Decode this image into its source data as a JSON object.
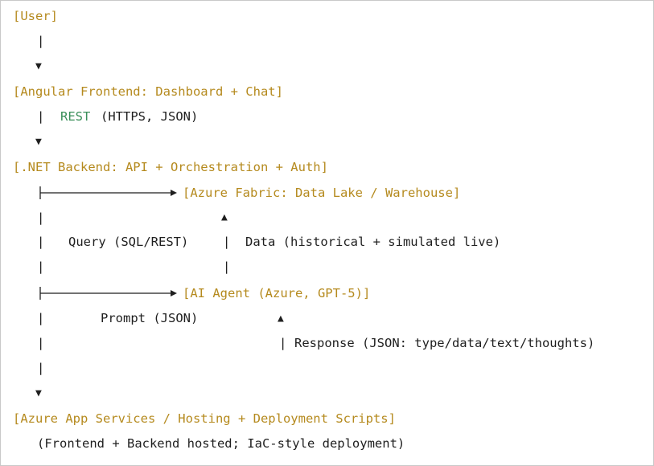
{
  "nodes": {
    "user": "[User]",
    "frontend": "[Angular Frontend: Dashboard + Chat]",
    "backend": "[.NET Backend: API + Orchestration + Auth]",
    "fabric": "[Azure Fabric: Data Lake / Warehouse]",
    "agent": "[AI Agent (Azure, GPT-5)]",
    "hosting": "[Azure App Services / Hosting + Deployment Scripts]"
  },
  "edges": {
    "rest_keyword": "REST",
    "rest_detail": "(HTTPS, JSON)",
    "query": "Query (SQL/REST)",
    "data": "Data (historical + simulated live)",
    "prompt": "Prompt (JSON)",
    "response": "Response (JSON: type/data/text/thoughts)"
  },
  "footer": {
    "hosting_note": "(Frontend + Backend hosted; IaC-style deployment)"
  },
  "glyphs": {
    "vbar": "|",
    "down_arrow": "▼",
    "up_arrow": "▲"
  },
  "colors": {
    "node_text": "#b58a1e",
    "rest_keyword": "#3a8f5a",
    "body_text": "#1f1f1f"
  }
}
